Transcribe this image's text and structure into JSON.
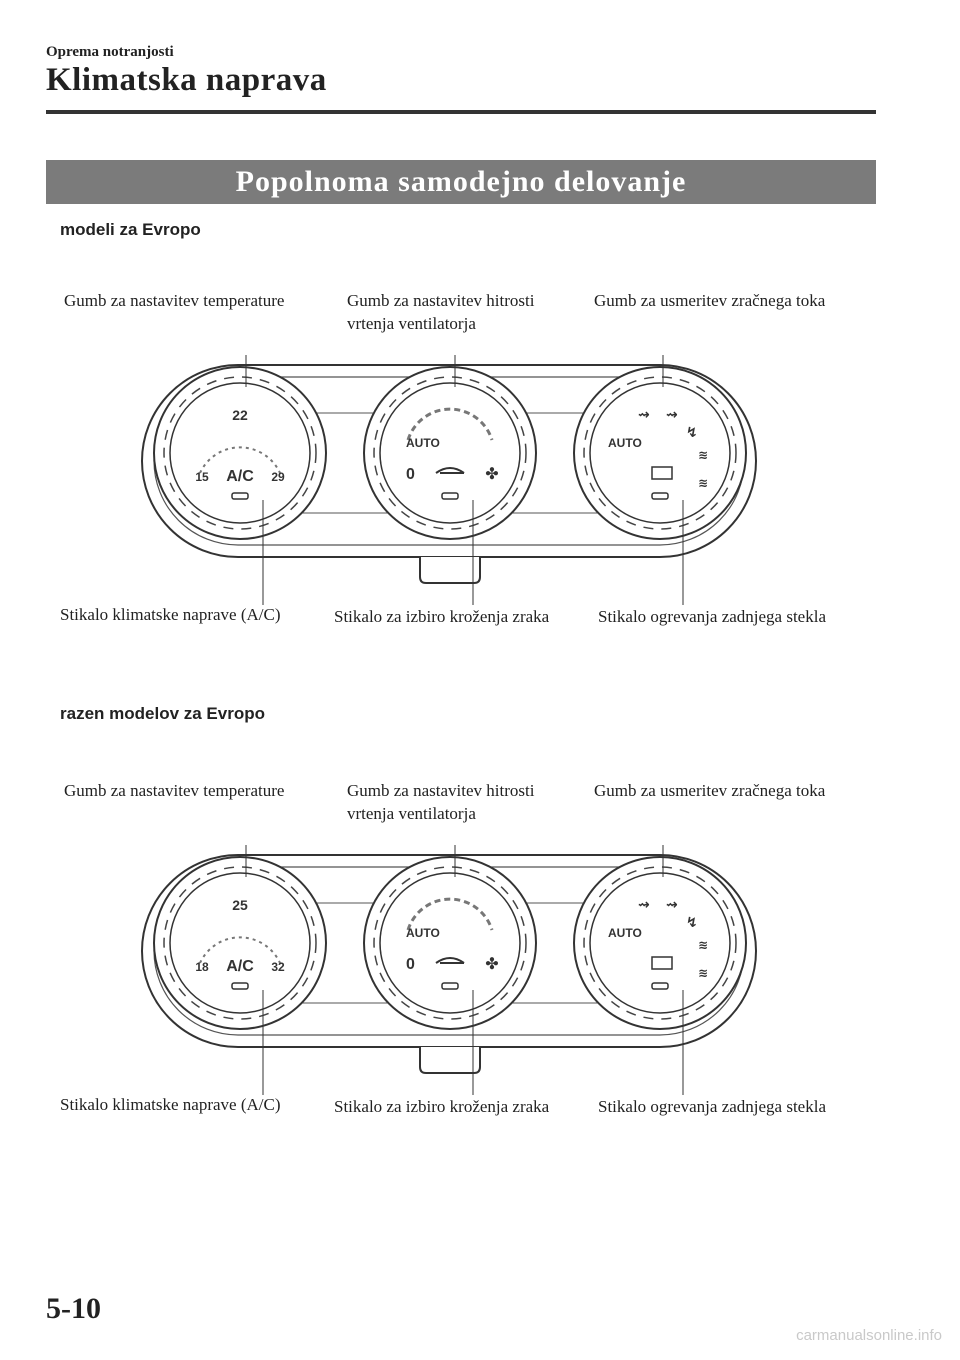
{
  "header": {
    "section": "Oprema notranjosti",
    "chapter_title": "Klimatska naprava"
  },
  "banner": "Popolnoma samodejno delovanje",
  "figures": [
    {
      "subtitle": "modeli za Evropo",
      "labels": {
        "temp_knob": "Gumb za nastavitev temperature",
        "fan_knob_line1": "Gumb za nastavitev hitrosti",
        "fan_knob_line2": "vrtenja ventilatorja",
        "airflow_knob": "Gumb za usmeritev zračnega toka",
        "ac_switch": "Stikalo klimatske naprave (A/C)",
        "recirc_switch": "Stikalo za izbiro kroženja zraka",
        "rear_defrost_switch": "Stikalo ogrevanja zadnjega stekla"
      },
      "dial": {
        "center": "22",
        "min": "15",
        "max": "29",
        "ac": "A/C",
        "auto": "AUTO",
        "zero": "0"
      }
    },
    {
      "subtitle": "razen modelov za Evropo",
      "labels": {
        "temp_knob": "Gumb za nastavitev temperature",
        "fan_knob_line1": "Gumb za nastavitev hitrosti",
        "fan_knob_line2": "vrtenja ventilatorja",
        "airflow_knob": "Gumb za usmeritev zračnega toka",
        "ac_switch": "Stikalo klimatske naprave (A/C)",
        "recirc_switch": "Stikalo za izbiro kroženja zraka",
        "rear_defrost_switch": "Stikalo ogrevanja zadnjega stekla"
      },
      "dial": {
        "center": "25",
        "min": "18",
        "max": "32",
        "ac": "A/C",
        "auto": "AUTO",
        "zero": "0"
      }
    }
  ],
  "page_number": "5-10",
  "watermark": "carmanualsonline.info"
}
